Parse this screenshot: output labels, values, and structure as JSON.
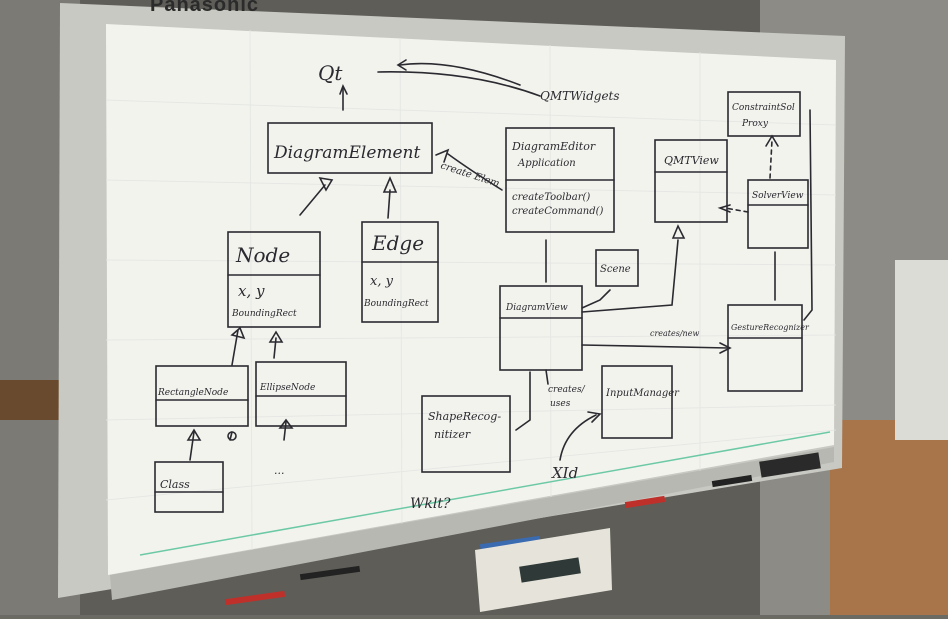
{
  "photo": {
    "brand": "Panasonic",
    "subject": "whiteboard"
  },
  "labels": {
    "qt": "Qt",
    "qmtwidgets": "QMTWidgets",
    "diagram_element": "DiagramElement",
    "create_elem": "create Elem",
    "editor_line1": "DiagramEditor",
    "editor_line2": "Application",
    "editor_op1": "createToolbar()",
    "editor_op2": "createCommand()",
    "qmtview": "QMTView",
    "constraint_line1": "ConstraintSol",
    "constraint_line2": "Proxy",
    "solverview": "SolverView",
    "node": "Node",
    "node_attr1": "x, y",
    "node_attr2": "BoundingRect",
    "edge": "Edge",
    "edge_attr1": "x, y",
    "edge_attr2": "BoundingRect",
    "scene": "Scene",
    "diagram_view": "DiagramView",
    "gesture_recognizer": "GestureRecognizer",
    "creates_new": "creates/new",
    "rect_node": "RectangleNode",
    "ellipse_node": "EllipseNode",
    "class": "Class",
    "dots": "...",
    "shape_line1": "ShapeRecog-",
    "shape_line2": "nitizer",
    "creates_line1": "creates/",
    "creates_line2": "uses",
    "input_manager": "InputManager",
    "xid": "XId",
    "wklt": "Wklt?"
  }
}
